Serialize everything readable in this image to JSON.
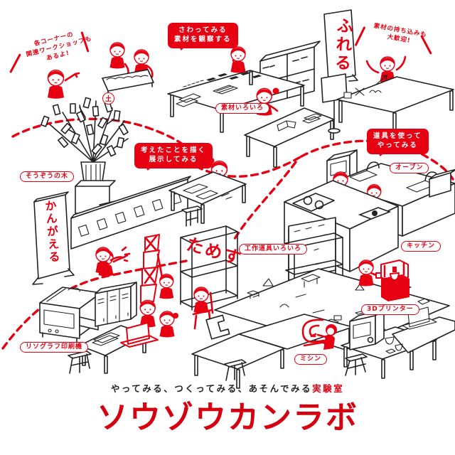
{
  "footer": {
    "tagline_black": "やってみる、つくってみる、あそんでみる",
    "tagline_red": "実験室",
    "title": "ソウゾウカンラボ"
  },
  "banners": {
    "fureru": "ふれる",
    "kangaeru": "かんがえる",
    "tamesu": "ためす"
  },
  "bubbles": {
    "touch": {
      "line1": "さわってみる",
      "line2": "素材を観察する"
    },
    "exhibit": {
      "line1": "考えたことを描く",
      "line2": "展示してみる"
    },
    "tools": {
      "line1": "道具を使って",
      "line2": "やってみる"
    }
  },
  "notes": {
    "workshop": {
      "line1": "各コーナーの",
      "line2": "関連ワークショップも",
      "line3": "あるよ!"
    },
    "bring_materials": {
      "line1": "素材の持ち込みも",
      "line2": "大歓迎!"
    }
  },
  "labels": {
    "soil": "土",
    "materials": "素材いろいろ",
    "tree": "そうぞうの木",
    "craft_tools": "工作道具いろいろ",
    "oven": "オーブン",
    "kitchen": "キッチン",
    "printer_3d": "3Dプリンター",
    "risograph": "リソグラフ印刷機",
    "sewing_machine": "ミシン"
  },
  "colors": {
    "red": "#e60012",
    "ink": "#222222",
    "title_red": "#d7000f"
  }
}
